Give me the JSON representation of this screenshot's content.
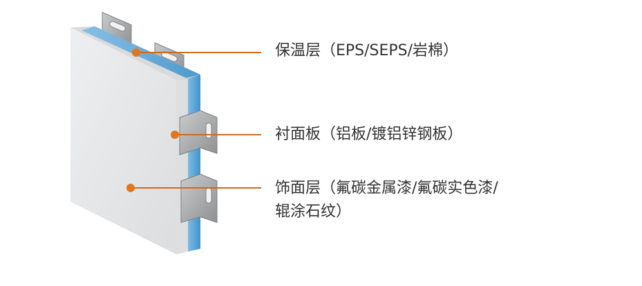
{
  "labels": {
    "insulation": "保温层（EPS/SEPS/岩棉）",
    "liner": "衬面板（铝板/镀铝锌钢板）",
    "finish_line1": "饰面层（氟碳金属漆/氟碳实色漆/",
    "finish_line2": "辊涂石纹）"
  },
  "colors": {
    "leader_line": "#cf6a1e",
    "dot": "#e0761e",
    "panel_face": "#e6e7e8",
    "panel_side": "#d6d7d8",
    "insulation_blue": "#5aa7d9",
    "bracket_metal": "#9a9c9e",
    "label_text": "#333333"
  }
}
